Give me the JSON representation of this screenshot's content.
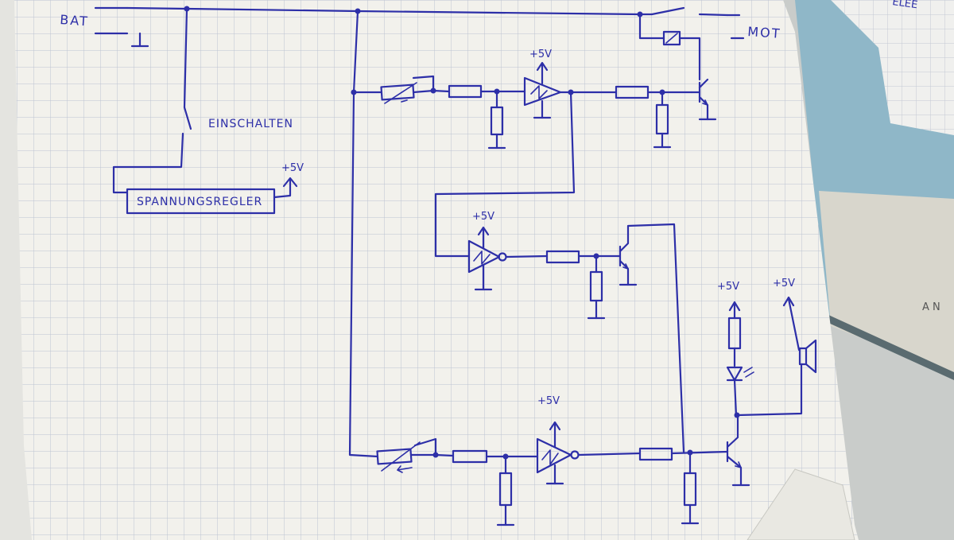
{
  "labels": {
    "battery": "BAT",
    "motor": "MOT",
    "switch": "EINSCHALTEN",
    "regulator": "SPANNUNGSREGLER",
    "supply": "+5V",
    "corner_scrap": "ELEE",
    "desk_text": "A N"
  },
  "colors": {
    "ink": "#2d2fa8",
    "paper": "#f2f1ec",
    "grid": "#bcc4d2"
  }
}
